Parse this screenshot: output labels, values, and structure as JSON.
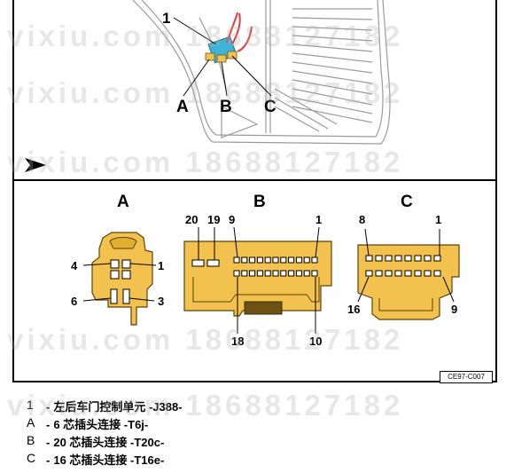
{
  "callouts": {
    "item_1": "1",
    "a": "A",
    "b": "B",
    "c": "C"
  },
  "connectors": {
    "a": {
      "title": "A",
      "pins": {
        "p4": "4",
        "p1": "1",
        "p6": "6",
        "p3": "3"
      }
    },
    "b": {
      "title": "B",
      "pins": {
        "p20": "20",
        "p19": "19",
        "p9": "9",
        "p1": "1",
        "p18": "18",
        "p10": "10"
      }
    },
    "c": {
      "title": "C",
      "pins": {
        "p8": "8",
        "p1": "1",
        "p16": "16",
        "p9": "9"
      }
    }
  },
  "figure_code": "CE97-C007",
  "legend": [
    {
      "key": "1",
      "text": "左后车门控制单元 -J388-"
    },
    {
      "key": "A",
      "text": "6 芯插头连接 -T6j-"
    },
    {
      "key": "B",
      "text": "20 芯插头连接 -T20c-"
    },
    {
      "key": "C",
      "text": "16 芯插头连接 -T16e-"
    }
  ],
  "watermarks": [
    "vixiu.com 18688127182",
    "vixiu.com 18688127182",
    "vixiu.com 18688127182",
    "vixiu.com 18688127182",
    "vixiu.com 18688127182"
  ],
  "colors": {
    "connector_fill": "#f2c14e",
    "module_blue": "#3fb4d9",
    "wire_red": "#e23a3a",
    "door_line": "#9a9a9a"
  }
}
